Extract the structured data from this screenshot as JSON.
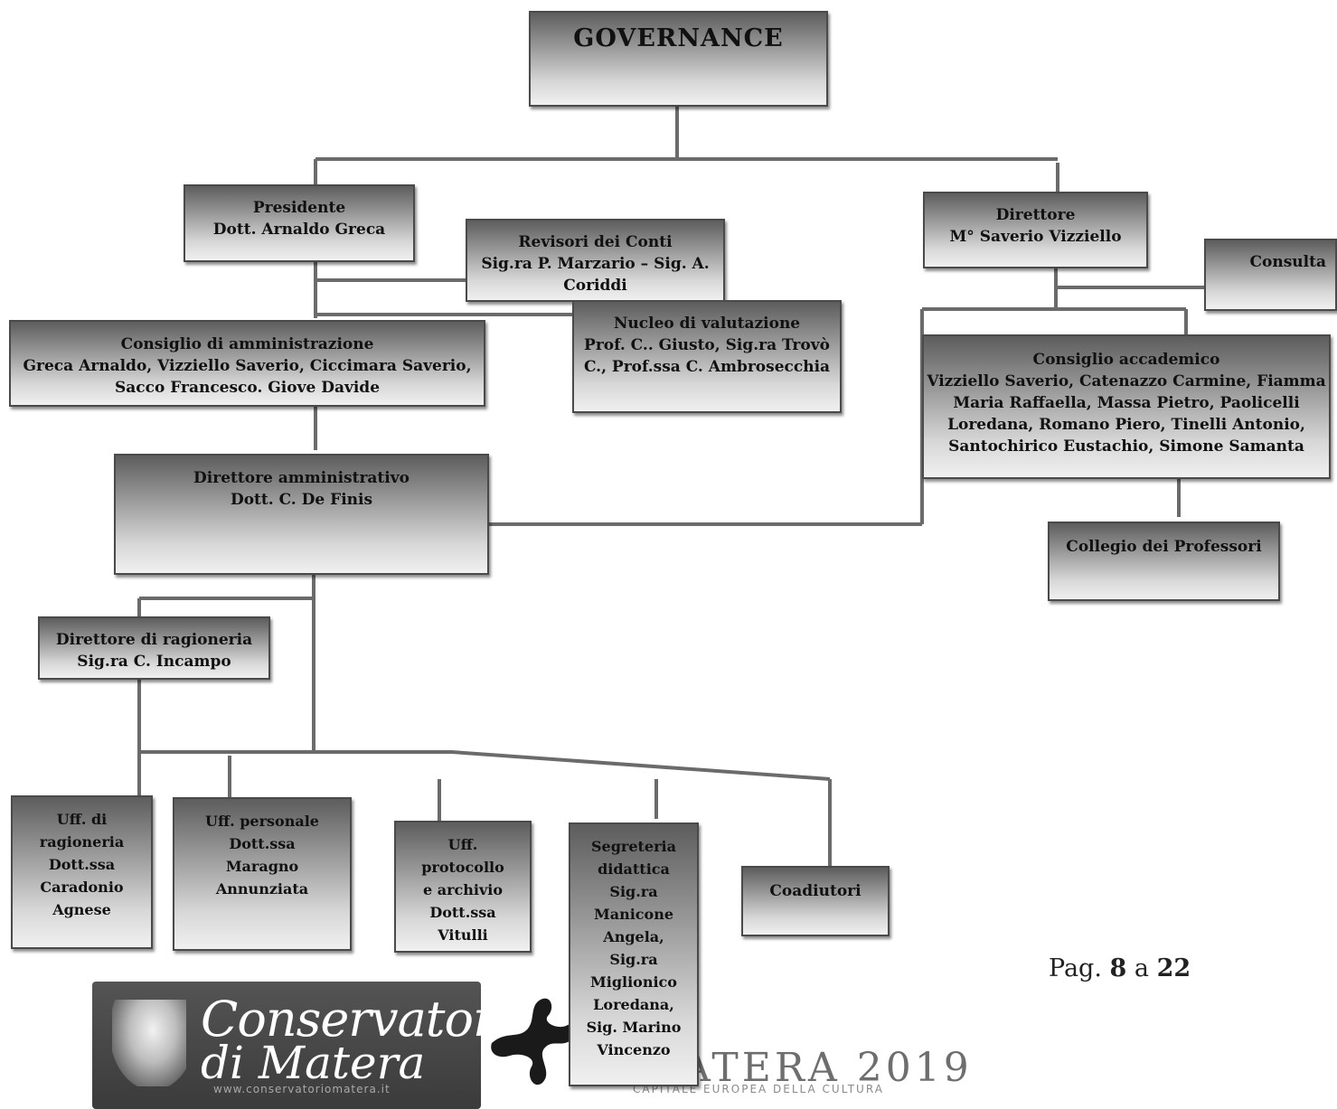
{
  "governance": "GOVERNANCE",
  "presidente": [
    "Presidente",
    "Dott.  Arnaldo Greca"
  ],
  "revisori": [
    "Revisori dei Conti",
    "Sig.ra P. Marzario – Sig. A.",
    "Coriddi"
  ],
  "direttore": [
    "Direttore",
    "M° Saverio Vizziello"
  ],
  "consulta": [
    "Consulta"
  ],
  "nucleo": [
    "Nucleo di valutazione",
    "Prof.  C.. Giusto, Sig.ra Trovò",
    "C., Prof.ssa C. Ambrosecchia"
  ],
  "consiglio_amministrazione": [
    "Consiglio di amministrazione",
    "Greca Arnaldo, Vizziello Saverio, Ciccimara Saverio,",
    "Sacco Francesco.  Giove Davide"
  ],
  "consiglio_accademico": [
    "Consiglio accademico",
    "Vizziello Saverio, Catenazzo Carmine, Fiamma",
    "Maria Raffaella, Massa Pietro, Paolicelli",
    "Loredana, Romano Piero, Tinelli Antonio,",
    "Santochirico Eustachio, Simone Samanta"
  ],
  "direttore_amministrativo": [
    "Direttore amministrativo",
    "Dott. C. De Finis"
  ],
  "collegio": [
    "Collegio dei Professori"
  ],
  "direttore_ragioneria": [
    "Direttore di ragioneria",
    "Sig.ra C. Incampo"
  ],
  "uff_ragioneria": [
    "Uff. di",
    "ragioneria",
    "Dott.ssa",
    "Caradonio",
    "Agnese"
  ],
  "uff_personale": [
    "Uff. personale",
    "Dott.ssa",
    "Maragno",
    "Annunziata"
  ],
  "uff_protocollo": [
    "Uff.",
    "protocollo",
    "e archivio",
    "Dott.ssa",
    "Vitulli"
  ],
  "segreteria": [
    "Segreteria",
    "didattica",
    "Sig.ra",
    "Manicone",
    "Angela,",
    "Sig.ra",
    "Miglionico",
    "Loredana,",
    "Sig. Marino",
    "Vincenzo"
  ],
  "coadiutori": [
    "Coadiutori"
  ],
  "page": {
    "prefix": "Pag.",
    "current": "8",
    "sep": "a",
    "total": "22"
  },
  "logo_conservatorio": {
    "line1": "Conservatorio",
    "line2": "di Matera",
    "url": "www.conservatoriomatera.it"
  },
  "logo_matera2019": {
    "word": "ATERA 2019",
    "tagline": "CAPITALE EUROPEA DELLA CULTURA"
  },
  "colors": {
    "box_dark": "#5d5d5d",
    "box_light": "#f0f0f0",
    "connector": "#6b6b6b"
  }
}
